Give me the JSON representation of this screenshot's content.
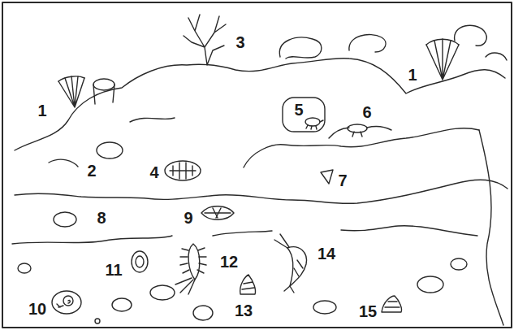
{
  "diagram": {
    "labels": [
      "3",
      "1",
      "1",
      "5",
      "6",
      "2",
      "4",
      "7",
      "8",
      "9",
      "14",
      "12",
      "11",
      "10",
      "13",
      "15"
    ]
  }
}
